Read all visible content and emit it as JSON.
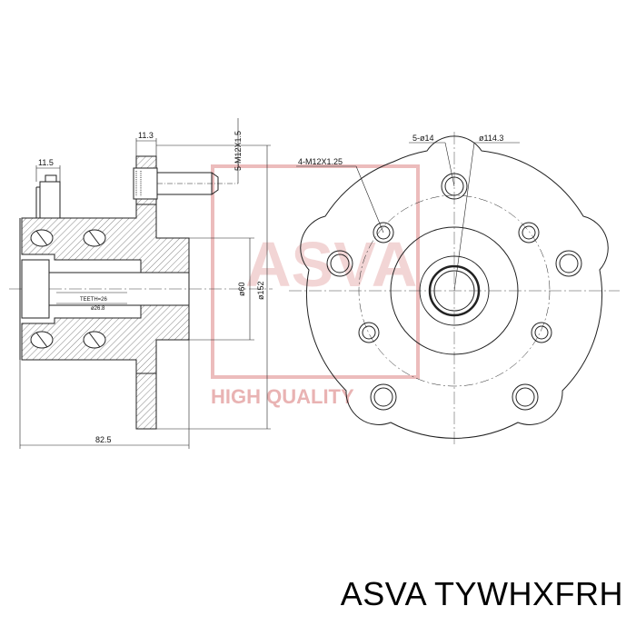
{
  "caption": "ASVA TYWHXFRH",
  "watermark": {
    "letters": "ASVA",
    "tagline": "HIGH QUALITY",
    "color": "#e9b3b3"
  },
  "side_view": {
    "dim_width_top": "11.5",
    "dim_width_flange": "11.3",
    "dim_thread": "5-M12X1.5",
    "dim_inner_dia": "ø60",
    "dim_outer_dia": "ø152",
    "dim_total_length": "82.5",
    "teeth_label": "TEETH=26",
    "teeth_sub": "ø26.8"
  },
  "front_view": {
    "dim_threads": "4-M12X1.25",
    "dim_holes": "5-ø14",
    "dim_pcd": "ø114.3"
  },
  "colors": {
    "line": "#222222",
    "hatch": "#555555",
    "watermark": "#e9b3b3"
  }
}
